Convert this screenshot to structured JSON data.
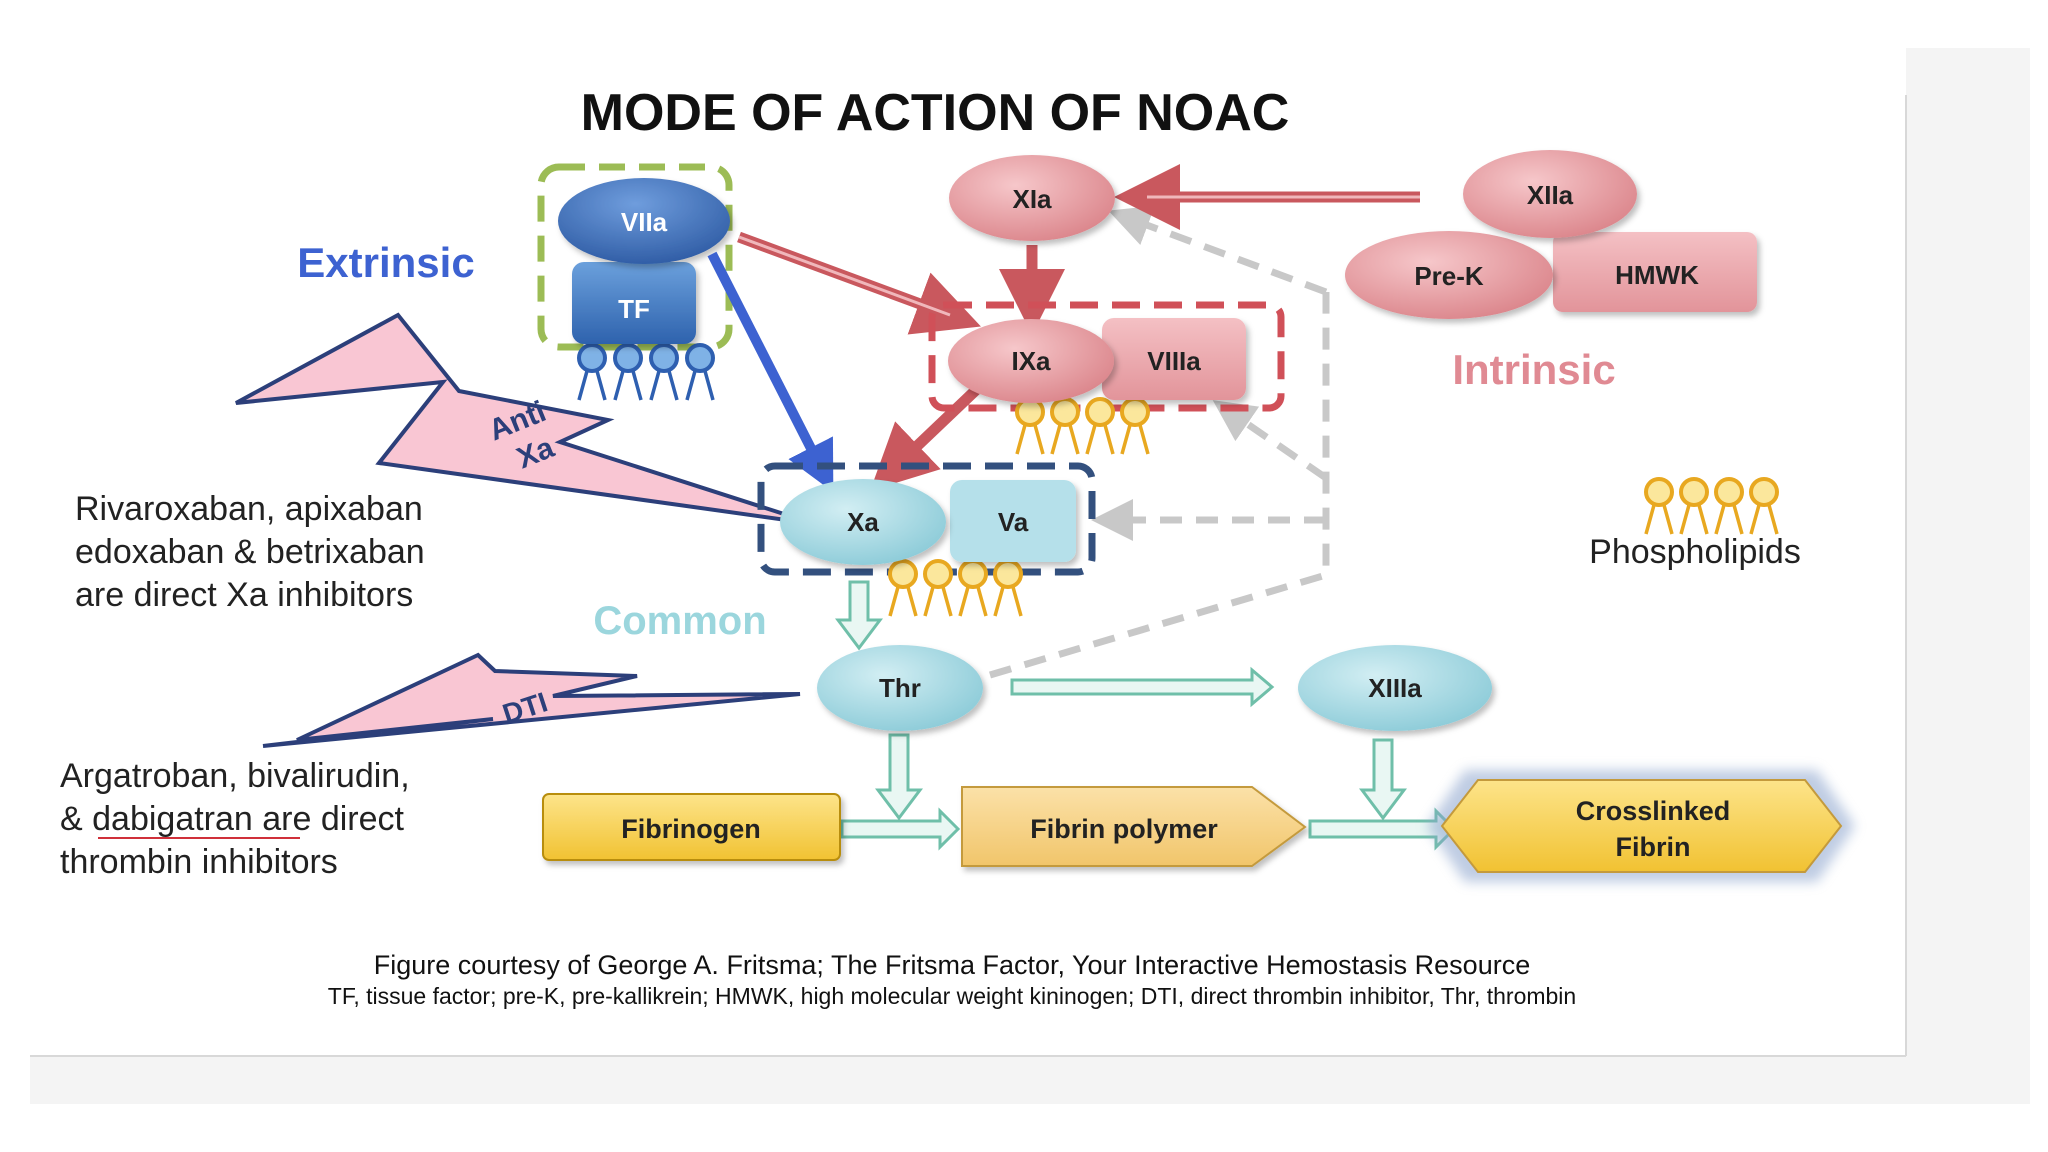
{
  "title": "MODE OF ACTION  OF NOAC",
  "labels": {
    "extrinsic": "Extrinsic",
    "intrinsic": "Intrinsic",
    "common": "Common",
    "phospholipids": "Phospholipids"
  },
  "factors": {
    "VIIa": "VIIa",
    "TF": "TF",
    "XIa": "XIa",
    "XIIa": "XIIa",
    "PreK": "Pre-K",
    "HMWK": "HMWK",
    "IXa": "IXa",
    "VIIIa": "VIIIa",
    "Xa": "Xa",
    "Va": "Va",
    "Thr": "Thr",
    "XIIIa": "XIIIa"
  },
  "products": {
    "fibrinogen": "Fibrinogen",
    "fibrin_polymer": "Fibrin polymer",
    "crosslinked_line1": "Crosslinked",
    "crosslinked_line2": "Fibrin"
  },
  "bolts": {
    "anti_xa_line1": "Anti",
    "anti_xa_line2": "Xa",
    "dti": "DTI"
  },
  "notes": {
    "xa_line1": "Rivaroxaban, apixaban",
    "xa_line2": "edoxaban & betrixaban",
    "xa_line3": "are direct Xa inhibitors",
    "dti_line1": "Argatroban, bivalirudin,",
    "dti_line2_prefix": "& ",
    "dti_line2_underlined": "dabigatran",
    "dti_line2_suffix": " are direct",
    "dti_line3": "thrombin inhibitors"
  },
  "caption": {
    "line1": "Figure courtesy of George A. Fritsma; The Fritsma Factor, Your Interactive Hemostasis Resource",
    "line2": "TF, tissue factor; pre-K, pre-kallikrein; HMWK, high molecular weight kininogen; DTI, direct thrombin inhibitor, Thr, thrombin"
  },
  "colors": {
    "pink": "#e79a9f",
    "blue_light": "#a8dbe6",
    "blue_dark": "#3f6fb8",
    "yellow": "#f8d35a",
    "bolt_pink": "#f9c6d3",
    "arrow_red": "#c9585e",
    "extrinsic_blue": "#3d62d1",
    "intrinsic_pink": "#e08a93",
    "common_teal": "#9bd6dd"
  }
}
